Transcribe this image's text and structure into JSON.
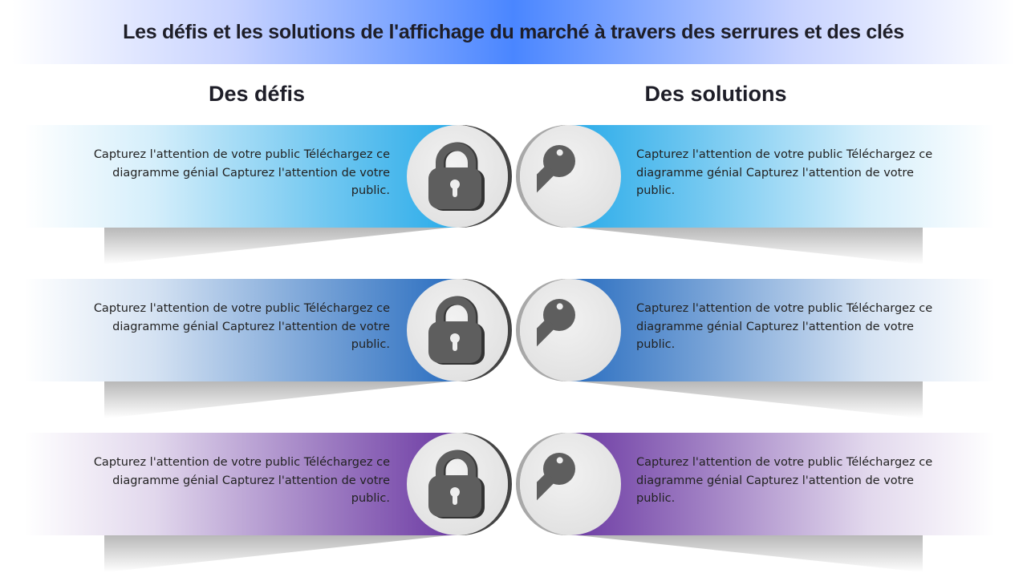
{
  "title": "Les défis et les solutions de l'affichage du marché à travers des serrures et des clés",
  "columns": {
    "left": "Des défis",
    "right": "Des solutions"
  },
  "colors": [
    "#29abe9",
    "#2a6ec0",
    "#6c3aa3"
  ],
  "rows": [
    {
      "challenge": "Capturez l'attention de votre public Téléchargez ce diagramme génial Capturez l'attention de votre public.",
      "solution": "Capturez l'attention de votre public Téléchargez ce diagramme génial Capturez l'attention de votre public."
    },
    {
      "challenge": "Capturez l'attention de votre public Téléchargez ce diagramme génial Capturez l'attention de votre public.",
      "solution": "Capturez l'attention de votre public Téléchargez ce diagramme génial Capturez l'attention de votre public."
    },
    {
      "challenge": "Capturez l'attention de votre public Téléchargez ce diagramme génial Capturez l'attention de votre public.",
      "solution": "Capturez l'attention de votre public Téléchargez ce diagramme génial Capturez l'attention de votre public."
    }
  ]
}
